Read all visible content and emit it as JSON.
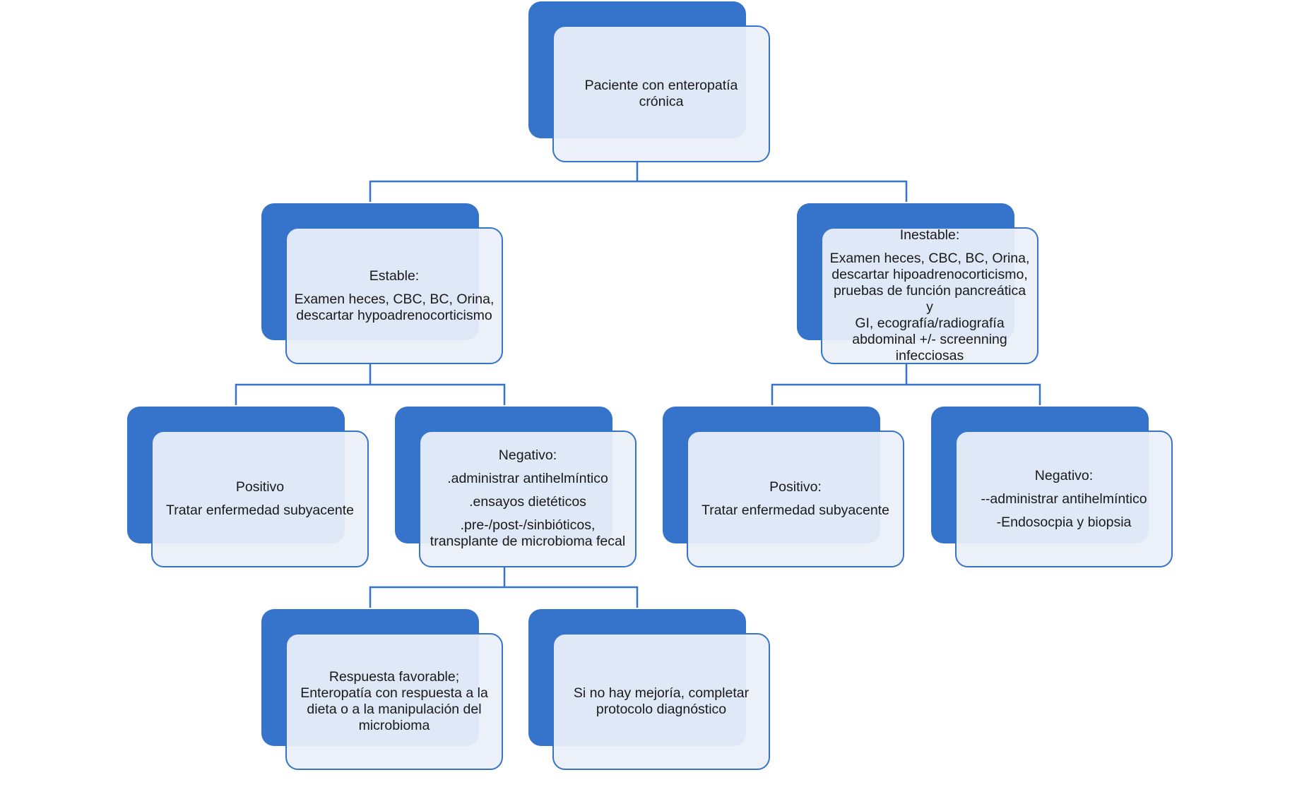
{
  "colors": {
    "accent": "#3674cc",
    "box_fill": "#eaeff9",
    "connector": "#3674cc"
  },
  "nodes": {
    "root": {
      "lines": [
        "Paciente con enteropatía crónica"
      ]
    },
    "stable": {
      "heading": "Estable:",
      "lines": [
        "Examen heces, CBC, BC, Orina,",
        "descartar hypoadrenocorticismo"
      ]
    },
    "unstable": {
      "heading": "Inestable:",
      "lines": [
        "Examen heces, CBC, BC, Orina,",
        "descartar hipoadrenocorticismo,",
        "pruebas de función pancreática y",
        "GI, ecografía/radiografía",
        "abdominal +/- screenning",
        "infecciosas"
      ]
    },
    "stable_positive": {
      "heading": "Positivo",
      "lines": [
        "Tratar enfermedad subyacente"
      ]
    },
    "stable_negative": {
      "heading": "Negativo:",
      "lines": [
        ".administrar antihelmíntico",
        ".ensayos dietéticos",
        ".pre-/post-/sinbióticos,",
        "transplante de microbioma fecal"
      ]
    },
    "unstable_positive": {
      "heading": "Positivo:",
      "lines": [
        "Tratar enfermedad subyacente"
      ]
    },
    "unstable_negative": {
      "heading": "Negativo:",
      "lines": [
        "--administrar antihelmíntico",
        "-Endosocpia y biopsia"
      ]
    },
    "favorable": {
      "lines": [
        "Respuesta favorable;",
        "Enteropatía con respuesta a la",
        "dieta o a la manipulación del",
        "microbioma"
      ]
    },
    "no_improvement": {
      "lines": [
        "Si no hay mejoría, completar",
        "protocolo diagnóstico"
      ]
    }
  }
}
